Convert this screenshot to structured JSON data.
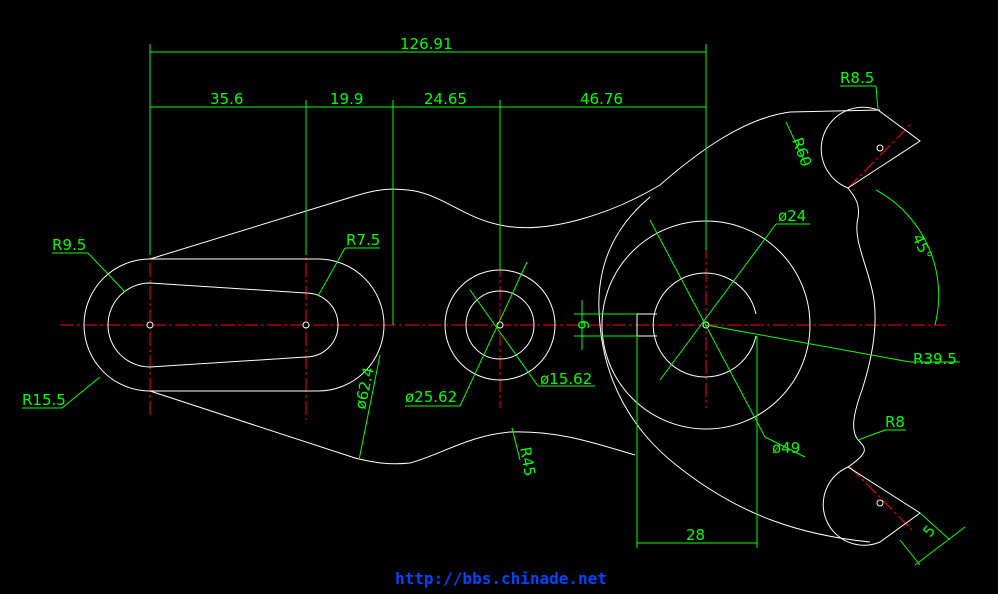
{
  "colors": {
    "background": "#000000",
    "geometry": "#ffffff",
    "dimension": "#00ff00",
    "centerline": "#ff0000",
    "watermark": "#0044ff"
  },
  "dimensions": {
    "overall": "126.91",
    "d35_6": "35.6",
    "d19_9": "19.9",
    "d24_65": "24.65",
    "d46_76": "46.76",
    "r9_5": "R9.5",
    "r15_5": "R15.5",
    "r7_5": "R7.5",
    "dia62_4": "ø62.4",
    "dia25_62": "ø25.62",
    "dia15_62": "ø15.62",
    "r45": "R45",
    "r60": "R60",
    "dia24": "ø24",
    "r8_5": "R8.5",
    "ang45": "45°",
    "r39_5": "R39.5",
    "dia49": "ø49",
    "r8": "R8",
    "d6": "6",
    "d28": "28",
    "d5": "5"
  },
  "watermark": "http://bbs.chinade.net"
}
